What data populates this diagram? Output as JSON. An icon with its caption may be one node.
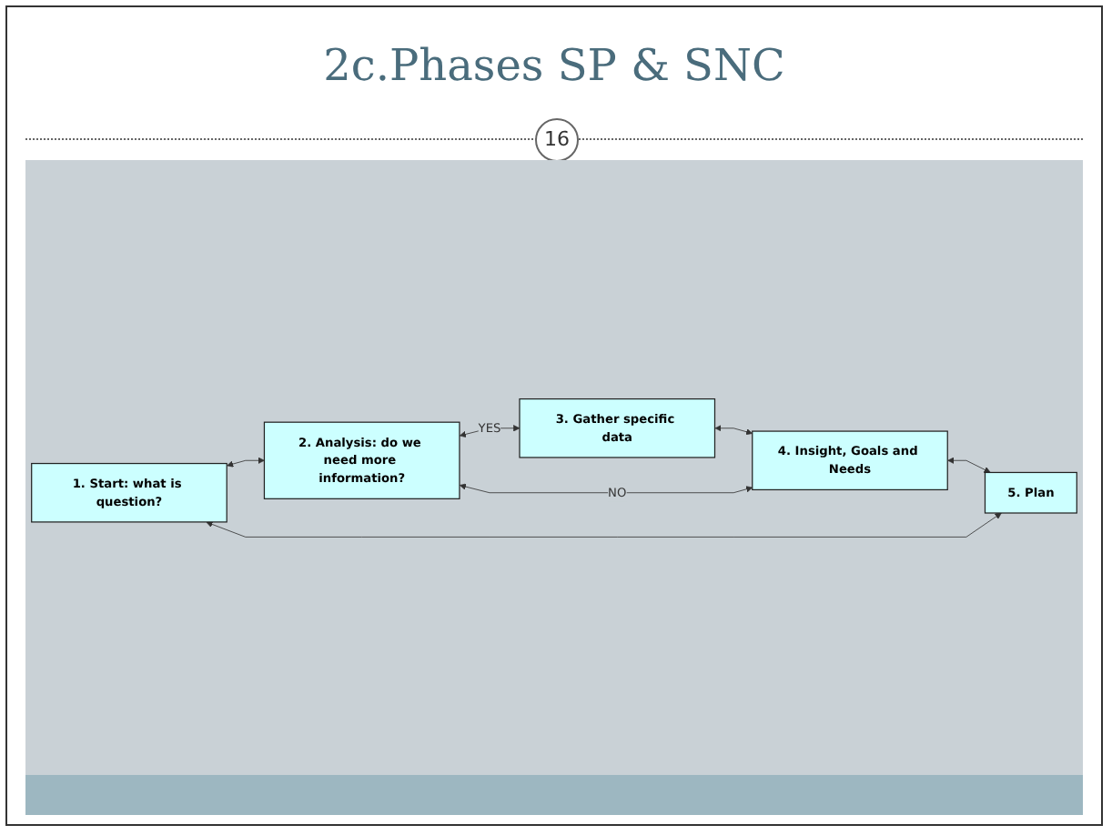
{
  "diagram": {
    "title": "2c.Phases SP & SNC",
    "nodes": [
      {
        "text": [
          "1. Start: what is question?"
        ]
      },
      {
        "text": [
          "2. Analysis: do we need more information?"
        ]
      },
      {
        "text": [
          "3. Gather specific data"
        ]
      },
      {
        "text": [
          "4. Insight, Goals and Needs"
        ]
      },
      {
        "text": [
          "5. Plan"
        ]
      }
    ],
    "edges": [
      {
        "from": 0,
        "to": 1,
        "arrow": "both"
      },
      {
        "from": 1,
        "to": 2,
        "arrow": "both",
        "label": "YES"
      },
      {
        "from": 2,
        "to": 3,
        "arrow": "both"
      },
      {
        "from": 1,
        "to": 3,
        "arrow": "both",
        "label": "NO"
      },
      {
        "from": 3,
        "to": 4,
        "arrow": "both"
      },
      {
        "from": 0,
        "to": 4,
        "arrow": "both"
      }
    ],
    "labels": [
      "16"
    ]
  }
}
